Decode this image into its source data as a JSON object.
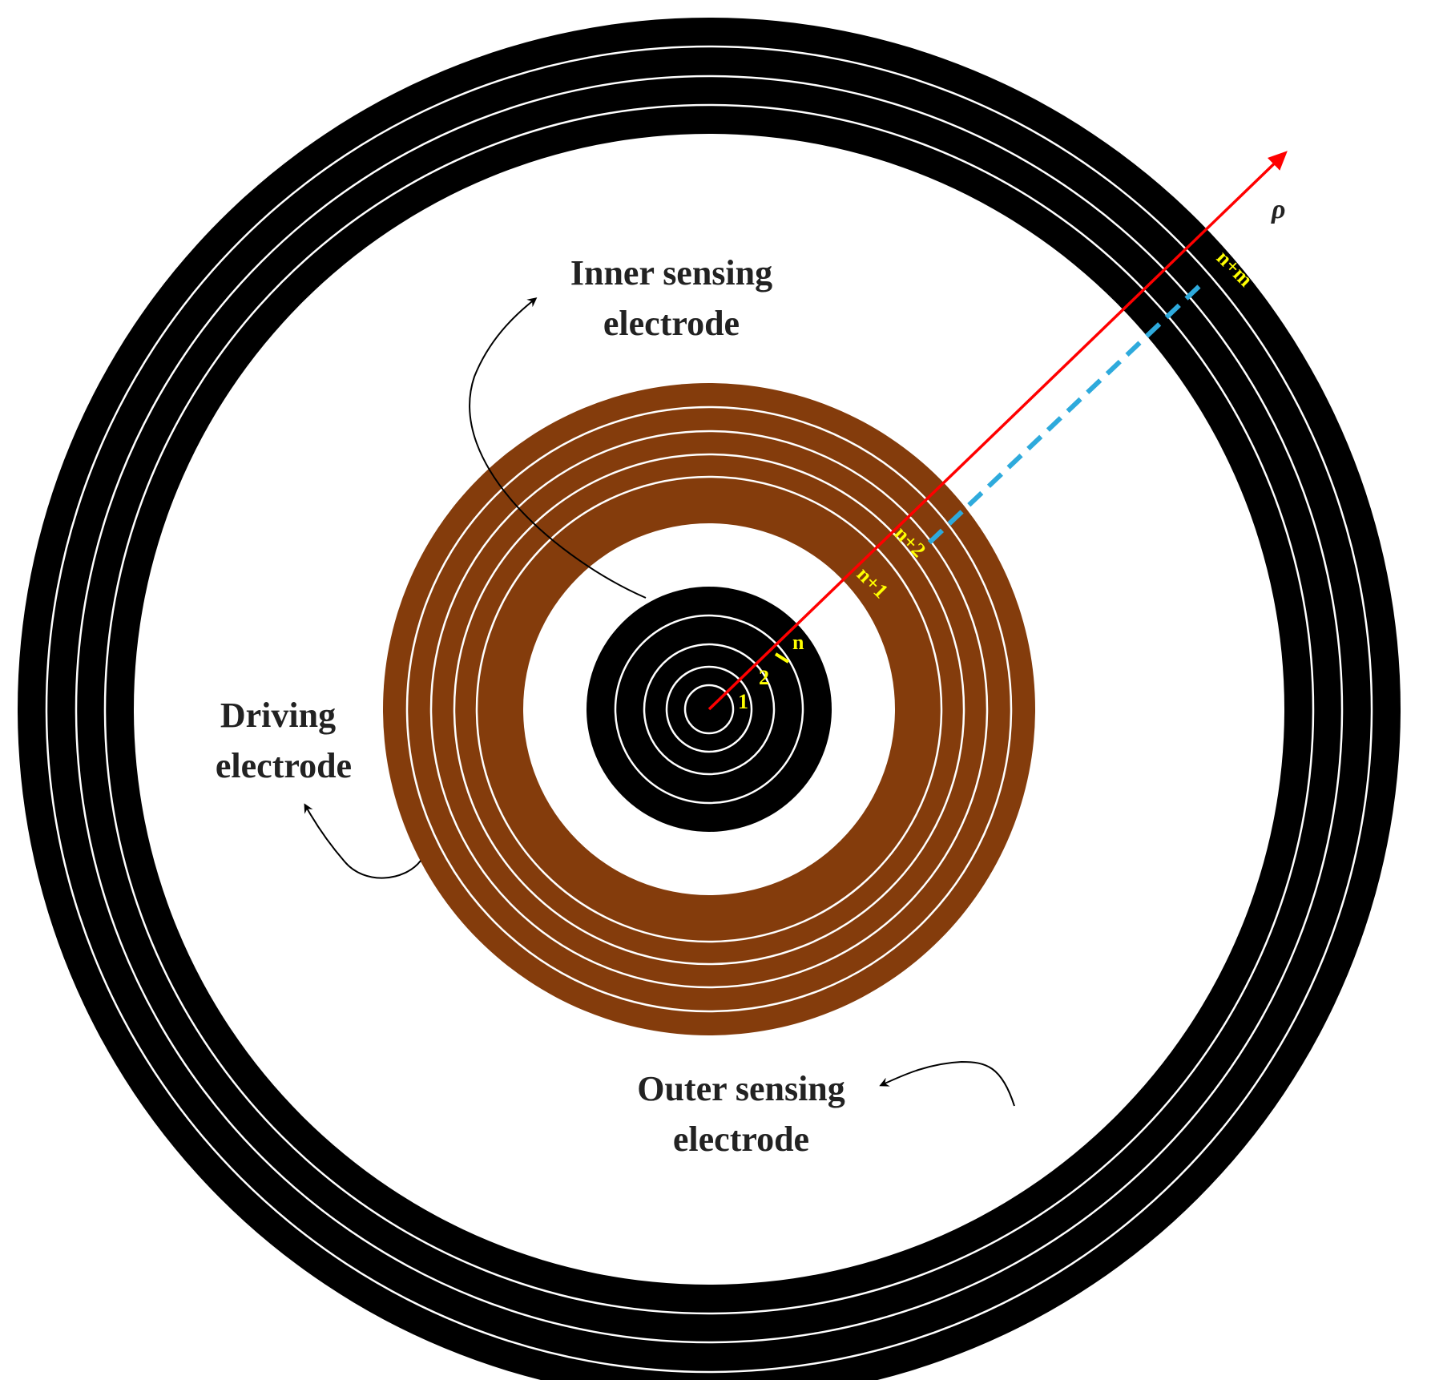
{
  "labels": {
    "inner_sensing_line1": "Inner sensing",
    "inner_sensing_line2": "electrode",
    "driving_line1": "Driving",
    "driving_line2": "electrode",
    "outer_sensing_line1": "Outer sensing",
    "outer_sensing_line2": "electrode",
    "axis": "ρ"
  },
  "ring_tags": {
    "ring_1": "1",
    "ring_2": "2",
    "ring_n": "n",
    "ring_n1": "n+1",
    "ring_n2": "n+2",
    "ring_nm": "n+m"
  },
  "colors": {
    "sensing_electrode": "#000000",
    "driving_electrode": "#843c0c",
    "separator": "#ffffff",
    "axis_arrow": "#ff0000",
    "dashed_guide": "#2eaadc",
    "ring_tag": "#ffff00",
    "callout_arrow": "#000000"
  }
}
